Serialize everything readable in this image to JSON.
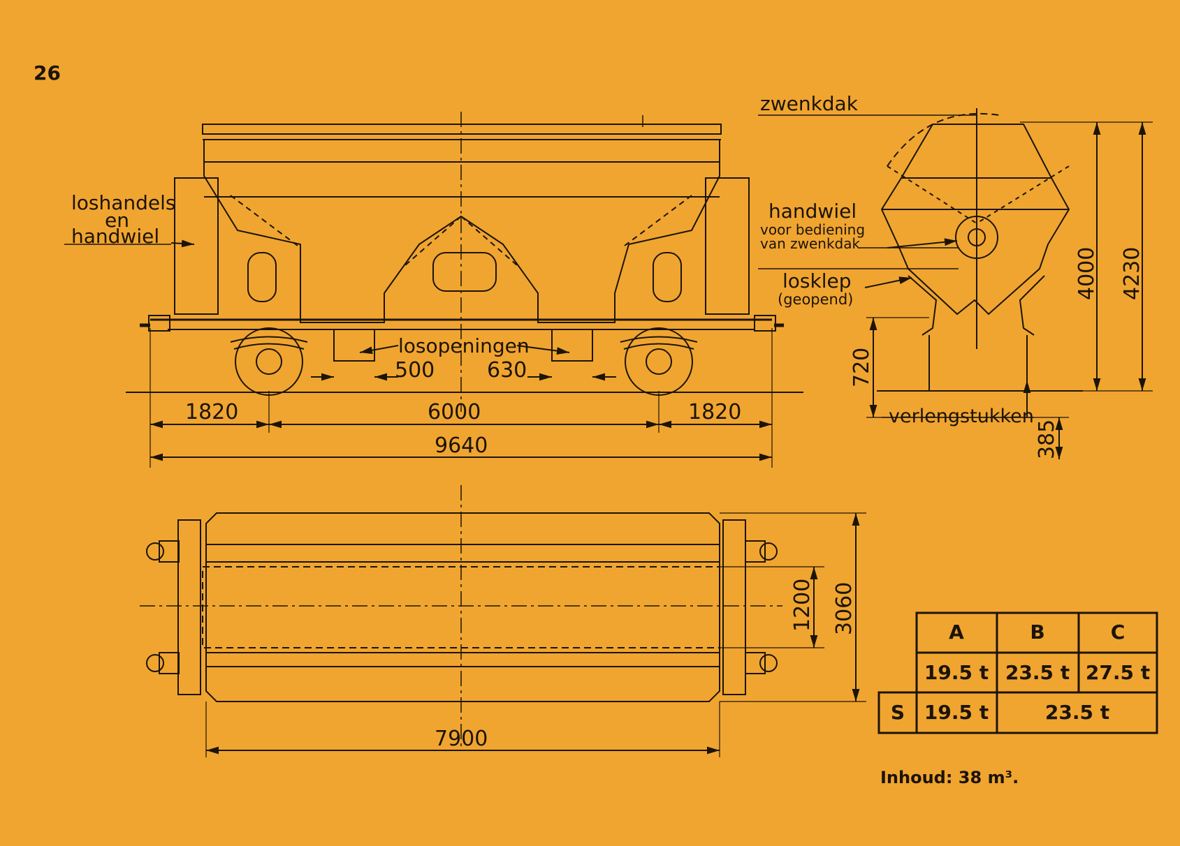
{
  "page_number": "26",
  "colors": {
    "paper": "#f0a531",
    "ink": "#1c1408"
  },
  "side_view": {
    "label_loshandels": "loshandels",
    "label_en": "en",
    "label_handwiel": "handwiel",
    "label_losopeningen": "losopeningen",
    "dim_500": "500",
    "dim_630": "630",
    "dim_1820_left": "1820",
    "dim_6000": "6000",
    "dim_1820_right": "1820",
    "dim_9640": "9640"
  },
  "end_view": {
    "label_zwenkdak": "zwenkdak",
    "label_handwiel": "handwiel",
    "label_voor_bediening": "voor bediening",
    "label_van_zwenkdak": "van zwenkdak",
    "label_losklep": "losklep",
    "label_geopend": "(geopend)",
    "label_verlengstukken": "verlengstukken",
    "dim_4000": "4000",
    "dim_4230": "4230",
    "dim_720": "720",
    "dim_385": "385"
  },
  "plan_view": {
    "dim_1200": "1200",
    "dim_3060": "3060",
    "dim_7900": "7900"
  },
  "load_table": {
    "headers": [
      "A",
      "B",
      "C"
    ],
    "row1": [
      "19.5 t",
      "23.5 t",
      "27.5 t"
    ],
    "row2_label": "S",
    "row2": [
      "19.5 t",
      "23.5 t"
    ]
  },
  "capacity_note": "Inhoud: 38 m³."
}
